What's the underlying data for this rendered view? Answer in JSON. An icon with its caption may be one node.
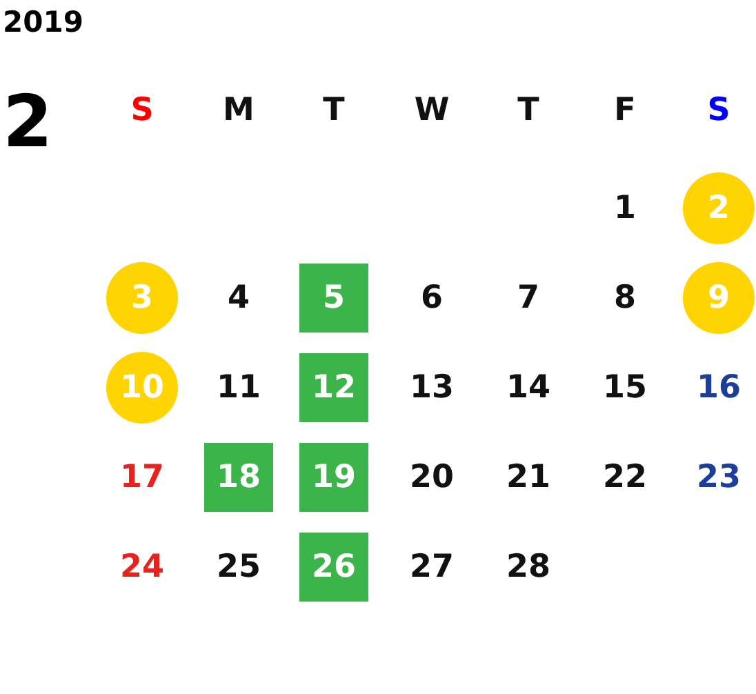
{
  "diagram": {
    "nodes": [
      {
        "text": [
          "2"
        ]
      },
      {
        "text": [
          "3"
        ]
      },
      {
        "text": [
          "5"
        ]
      },
      {
        "text": [
          "9"
        ]
      },
      {
        "text": [
          "10"
        ]
      },
      {
        "text": [
          "12"
        ]
      },
      {
        "text": [
          "18"
        ]
      },
      {
        "text": [
          "19"
        ]
      },
      {
        "text": [
          "26"
        ]
      }
    ],
    "labels": [
      "2019",
      "2",
      "S",
      "M",
      "T",
      "W",
      "T",
      "F",
      "S",
      "1",
      "4",
      "6",
      "7",
      "8",
      "11",
      "13",
      "14",
      "15",
      "16",
      "17",
      "20",
      "21",
      "22",
      "23",
      "24",
      "25",
      "27",
      "28"
    ]
  }
}
